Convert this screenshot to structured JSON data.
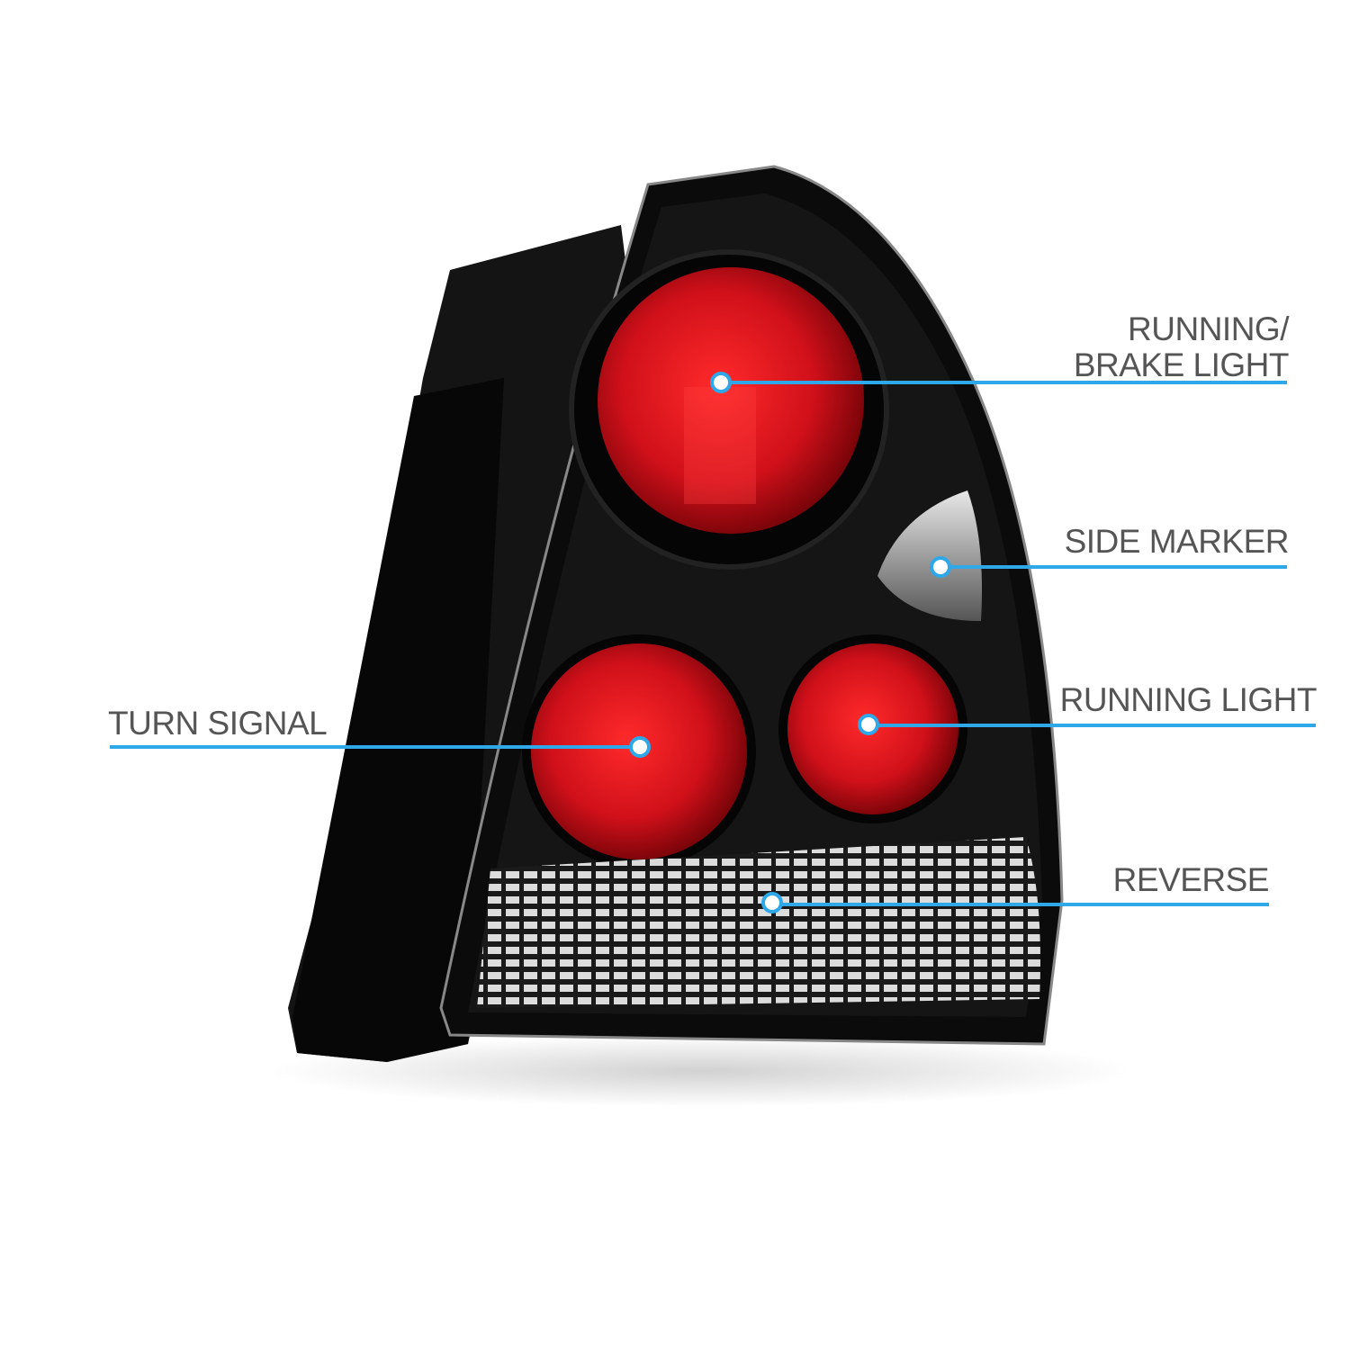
{
  "callouts": {
    "running_brake": {
      "line1": "RUNNING/",
      "line2": "BRAKE LIGHT"
    },
    "side_marker": "SIDE MARKER",
    "running_light": "RUNNING LIGHT",
    "turn_signal": "TURN SIGNAL",
    "reverse": "REVERSE"
  },
  "colors": {
    "accent": "#2ea8e8",
    "text": "#555555",
    "lens_red": "#c8101a",
    "housing": "#0b0b0b"
  }
}
